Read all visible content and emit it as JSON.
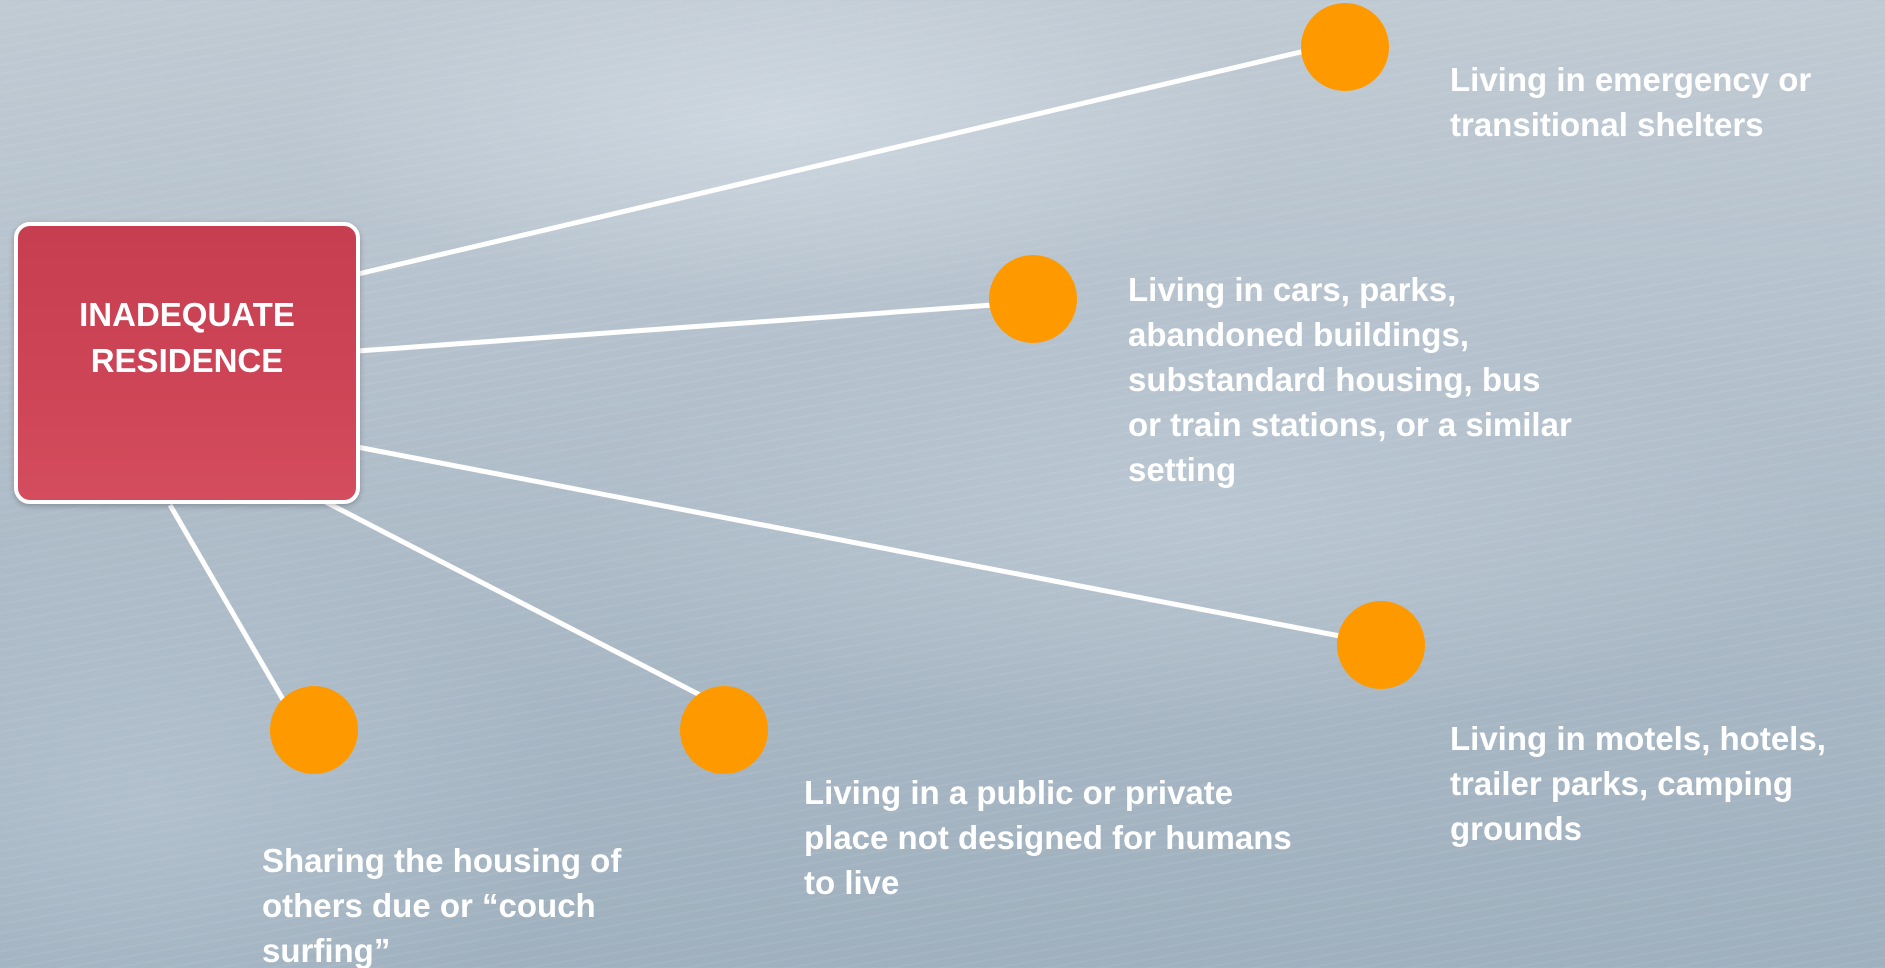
{
  "diagram": {
    "center": {
      "label": "INADEQUATE RESIDENCE"
    },
    "nodes": [
      {
        "label": "Living in emergency or transitional shelters"
      },
      {
        "label": "Living in cars, parks, abandoned buildings, substandard housing, bus or train stations, or a similar setting"
      },
      {
        "label": "Living in motels, hotels, trailer parks, camping grounds"
      },
      {
        "label": "Living in a public or private place not designed for humans to live"
      },
      {
        "label": "Sharing the housing of others due or “couch surfing”"
      }
    ]
  },
  "colors": {
    "center_box": "#c63e50",
    "node_dot": "#ff9900",
    "connector": "#ffffff",
    "text": "#ffffff"
  }
}
